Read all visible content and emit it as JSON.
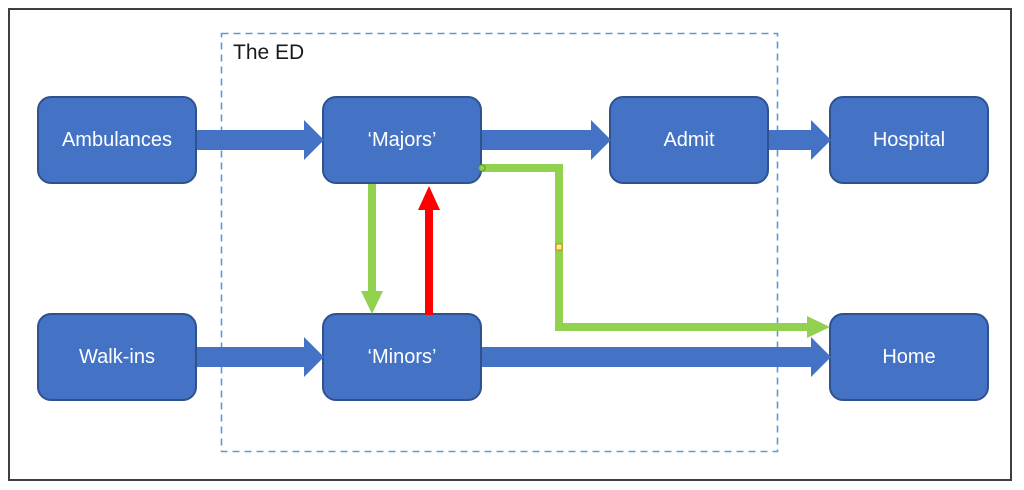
{
  "ed_container": {
    "label": "The ED"
  },
  "nodes": {
    "ambulances": {
      "label": "Ambulances"
    },
    "majors": {
      "label": "‘Majors’"
    },
    "admit": {
      "label": "Admit"
    },
    "hospital": {
      "label": "Hospital"
    },
    "walkins": {
      "label": "Walk-ins"
    },
    "minors": {
      "label": "‘Minors’"
    },
    "home": {
      "label": "Home"
    }
  },
  "edges": [
    {
      "from": "Ambulances",
      "to": "‘Majors’",
      "color": "#4472C4",
      "style": "block-arrow"
    },
    {
      "from": "‘Majors’",
      "to": "Admit",
      "color": "#4472C4",
      "style": "block-arrow"
    },
    {
      "from": "Admit",
      "to": "Hospital",
      "color": "#4472C4",
      "style": "block-arrow"
    },
    {
      "from": "Walk-ins",
      "to": "‘Minors’",
      "color": "#4472C4",
      "style": "block-arrow"
    },
    {
      "from": "‘Minors’",
      "to": "Home",
      "color": "#4472C4",
      "style": "block-arrow"
    },
    {
      "from": "‘Majors’",
      "to": "‘Minors’",
      "color": "#92D050",
      "style": "straight-arrow"
    },
    {
      "from": "‘Minors’",
      "to": "‘Majors’",
      "color": "#FF0000",
      "style": "straight-arrow"
    },
    {
      "from": "‘Majors’",
      "to": "Home",
      "color": "#92D050",
      "style": "elbow-arrow"
    }
  ],
  "colors": {
    "node_fill": "#4472C4",
    "node_border": "#2F528F",
    "node_text": "#FFFFFF",
    "arrow_blue": "#4472C4",
    "arrow_green": "#92D050",
    "arrow_red": "#FF0000",
    "ed_border": "#5B9BD5",
    "frame_border": "#3F3F3F",
    "label_text": "#1A1A1A",
    "handle_fill": "#FFE699",
    "handle_border": "#BF9000",
    "dot_stroke": "#5E9732"
  }
}
